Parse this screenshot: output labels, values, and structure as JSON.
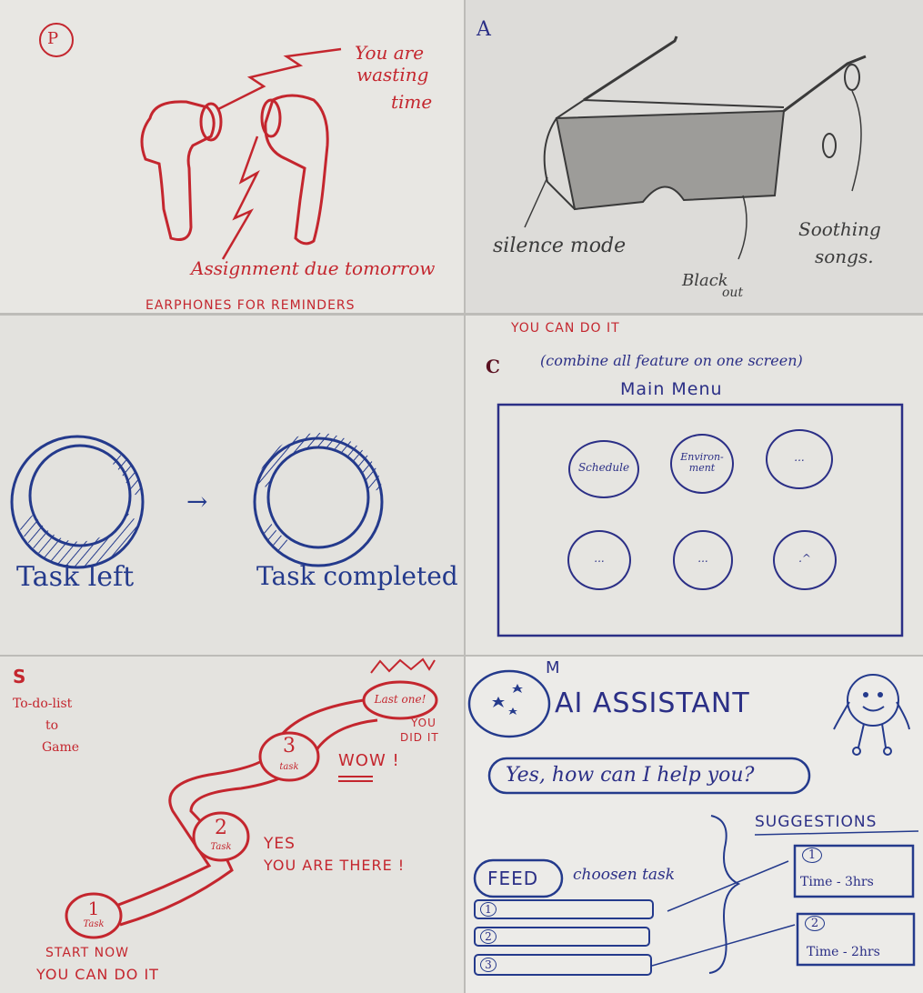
{
  "panels": {
    "p": {
      "letter": "P",
      "speech": [
        "You are",
        "wasting",
        "time"
      ],
      "bottom_note": "Assignment due tomorrow",
      "caption": "EARPHONES FOR REMINDERS"
    },
    "a": {
      "letter": "A",
      "label_left": "silence mode",
      "label_center": [
        "Black",
        "out"
      ],
      "label_right": [
        "Soothing",
        "songs."
      ]
    },
    "ring": {
      "label_left": "Task left",
      "label_right": "Task completed",
      "arrow": "→"
    },
    "c": {
      "top_note": "YOU CAN DO IT",
      "letter": "C",
      "subtitle": "(combine all feature on one screen)",
      "title": "Main Menu",
      "buttons": [
        "Schedule",
        "Environ-ment",
        "...",
        "...",
        "...",
        ".^"
      ]
    },
    "s": {
      "letter": "S",
      "side_note": [
        "To-do-list",
        "to",
        "Game"
      ],
      "nodes": [
        {
          "num": "1",
          "sub": "Task"
        },
        {
          "num": "2",
          "sub": "Task"
        },
        {
          "num": "3",
          "sub": "task"
        },
        {
          "num": "",
          "sub": "Last one!"
        }
      ],
      "cheer_wow": "WOW !",
      "cheer_yes": [
        "YES",
        "YOU ARE THERE !"
      ],
      "cheer_top": [
        "YOU",
        "DID IT"
      ],
      "cheer_start": [
        "START NOW",
        "YOU CAN DO IT"
      ]
    },
    "m": {
      "letter": "M",
      "title": "AI ASSISTANT",
      "greeting": "Yes, how can I help you?",
      "suggestions_heading": "SUGGESTIONS",
      "suggestions": [
        {
          "num": "1",
          "time": "Time - 3hrs"
        },
        {
          "num": "2",
          "time": "Time - 2hrs"
        }
      ],
      "feed_button": "FEED",
      "feed_note": "choosen task",
      "task_rows": [
        "1",
        "2",
        "3"
      ]
    }
  },
  "colors": {
    "red_ink": "#c4262e",
    "blue_ink": "#243a8c",
    "pencil": "#4a4a4a"
  }
}
